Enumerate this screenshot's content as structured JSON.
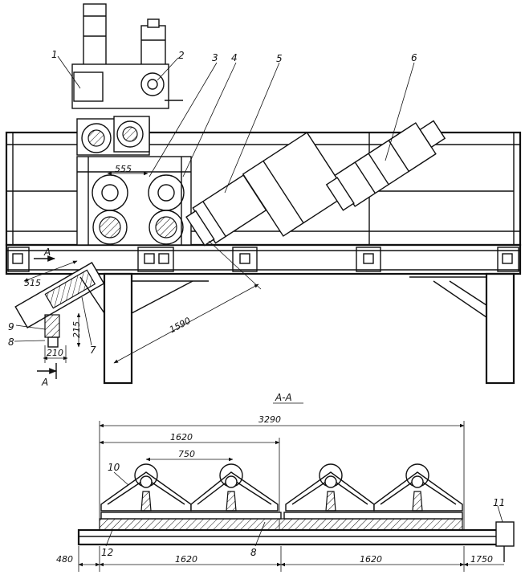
{
  "labels": {
    "l1": "1",
    "l2": "2",
    "l3": "3",
    "l4": "4",
    "l5": "5",
    "l6": "6",
    "l7": "7",
    "l8": "8",
    "l9": "9",
    "l10": "10",
    "l11": "11",
    "l12": "12",
    "l8b": "8",
    "arrowA_top": "A",
    "arrowA_bottom": "A"
  },
  "dimensions": {
    "d555": "555",
    "d515": "515",
    "d1590": "1590",
    "d215": "215",
    "d210": "210",
    "d3290": "3290",
    "d1620_top": "1620",
    "d750": "750",
    "d480": "480",
    "d1620_left": "1620",
    "d1620_right": "1620",
    "d1750": "1750"
  },
  "section_title": "A-A"
}
